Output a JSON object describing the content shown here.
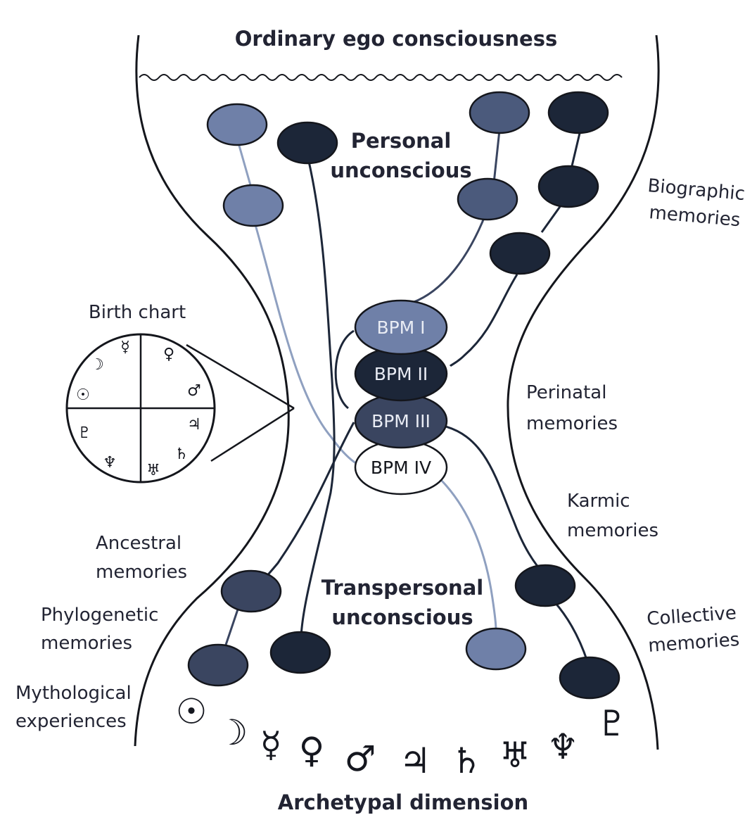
{
  "title_top": "Ordinary ego consciousness",
  "title_bottom": "Archetypal dimension",
  "regions": {
    "personal": [
      "Personal",
      "unconscious"
    ],
    "transpersonal": [
      "Transpersonal",
      "unconscious"
    ]
  },
  "side_labels": {
    "biographical": [
      "Biographical",
      "memories"
    ],
    "perinatal": [
      "Perinatal",
      "memories"
    ],
    "karmic": [
      "Karmic",
      "memories"
    ],
    "collective": [
      "Collective",
      "memories"
    ],
    "ancestral": [
      "Ancestral",
      "memories"
    ],
    "phylogenetic": [
      "Phylogenetic",
      "memories"
    ],
    "mythological": [
      "Mythological",
      "experiences"
    ]
  },
  "birth_chart": {
    "label": "Birth chart",
    "symbols": [
      "☿",
      "♀",
      "☽",
      "☉",
      "♂",
      "♃",
      "♅",
      "♄",
      "♆",
      "♇"
    ]
  },
  "bpm": [
    "BPM I",
    "BPM II",
    "BPM III",
    "BPM IV"
  ],
  "planet_row": [
    "☉",
    "☽",
    "☿",
    "♀",
    "♂",
    "♃",
    "♄",
    "♅",
    "♆",
    "♇"
  ],
  "colors": {
    "light_node": "#6f80a8",
    "mid_node": "#3a4560",
    "dark_node": "#1c2638",
    "outline": "#14161c",
    "thread_light": "#8fa0c0"
  }
}
